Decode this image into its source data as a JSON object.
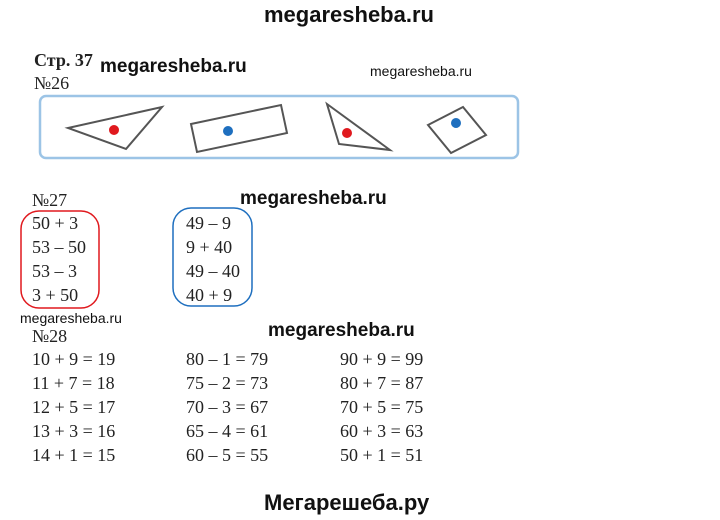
{
  "watermarks": {
    "top": "megaresheba.ru",
    "header_bold": "megaresheba.ru",
    "header_small": "megaresheba.ru",
    "ex27_mark": "megaresheba.ru",
    "left_small": "megaresheba.ru",
    "ex28_mark": "megaresheba.ru",
    "bottom": "Мегарешеба.ру"
  },
  "page_label": "Стр. 37",
  "exercises": {
    "ex26": {
      "number": "№26",
      "shapes": [
        {
          "kind": "triangle",
          "dot_color": "#e0191e"
        },
        {
          "kind": "rectangle",
          "dot_color": "#1e6fbf"
        },
        {
          "kind": "triangle",
          "dot_color": "#e0191e"
        },
        {
          "kind": "rectangle",
          "dot_color": "#1e6fbf"
        }
      ],
      "frame_color": "#9cc4e6"
    },
    "ex27": {
      "number": "№27",
      "red_group": [
        "50 + 3",
        "53 – 50",
        "53 – 3",
        "3 + 50"
      ],
      "blue_group": [
        "49 – 9",
        "9 + 40",
        "49 – 40",
        "40 + 9"
      ],
      "red_color": "#e0191e",
      "blue_color": "#1e6fbf"
    },
    "ex28": {
      "number": "№28",
      "columns": [
        [
          "10 + 9 = 19",
          "11 + 7 = 18",
          "12 + 5 = 17",
          "13 + 3 = 16",
          "14 + 1 = 15"
        ],
        [
          "80 – 1 = 79",
          "75 – 2 = 73",
          "70 – 3 = 67",
          "65 – 4 = 61",
          "60 – 5 = 55"
        ],
        [
          "90 + 9 = 99",
          "80 + 7 = 87",
          "70 + 5 = 75",
          "60 + 3 = 63",
          "50 + 1 = 51"
        ]
      ]
    }
  }
}
